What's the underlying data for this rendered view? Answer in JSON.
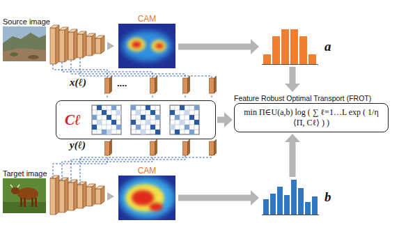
{
  "diagram": {
    "nodes": [
      {
        "text": [
          "Source image"
        ]
      },
      {
        "text": [
          "CAM"
        ]
      },
      {
        "text": [
          "a"
        ]
      },
      {
        "text": [
          "Cℓ"
        ]
      },
      {
        "text": [
          "Feature Robust Optimal Transport (FROT)",
          "min Π∈U(a,b) log ( ∑ ℓ=1…L exp ( 1/η ⟨Π, Cℓ⟩ ) )"
        ]
      },
      {
        "text": [
          "Target image"
        ]
      },
      {
        "text": [
          "CAM"
        ]
      },
      {
        "text": [
          "b"
        ]
      }
    ],
    "edges": [
      {
        "from": 1,
        "to": 2,
        "arrow": "to"
      },
      {
        "from": 3,
        "to": 4,
        "arrow": "to"
      },
      {
        "from": 2,
        "to": 4,
        "arrow": "to"
      },
      {
        "from": 7,
        "to": 4,
        "arrow": "to"
      },
      {
        "from": 6,
        "to": 7,
        "arrow": "to"
      }
    ],
    "labels": [
      "x(ℓ)",
      "....",
      "y(ℓ)"
    ]
  }
}
